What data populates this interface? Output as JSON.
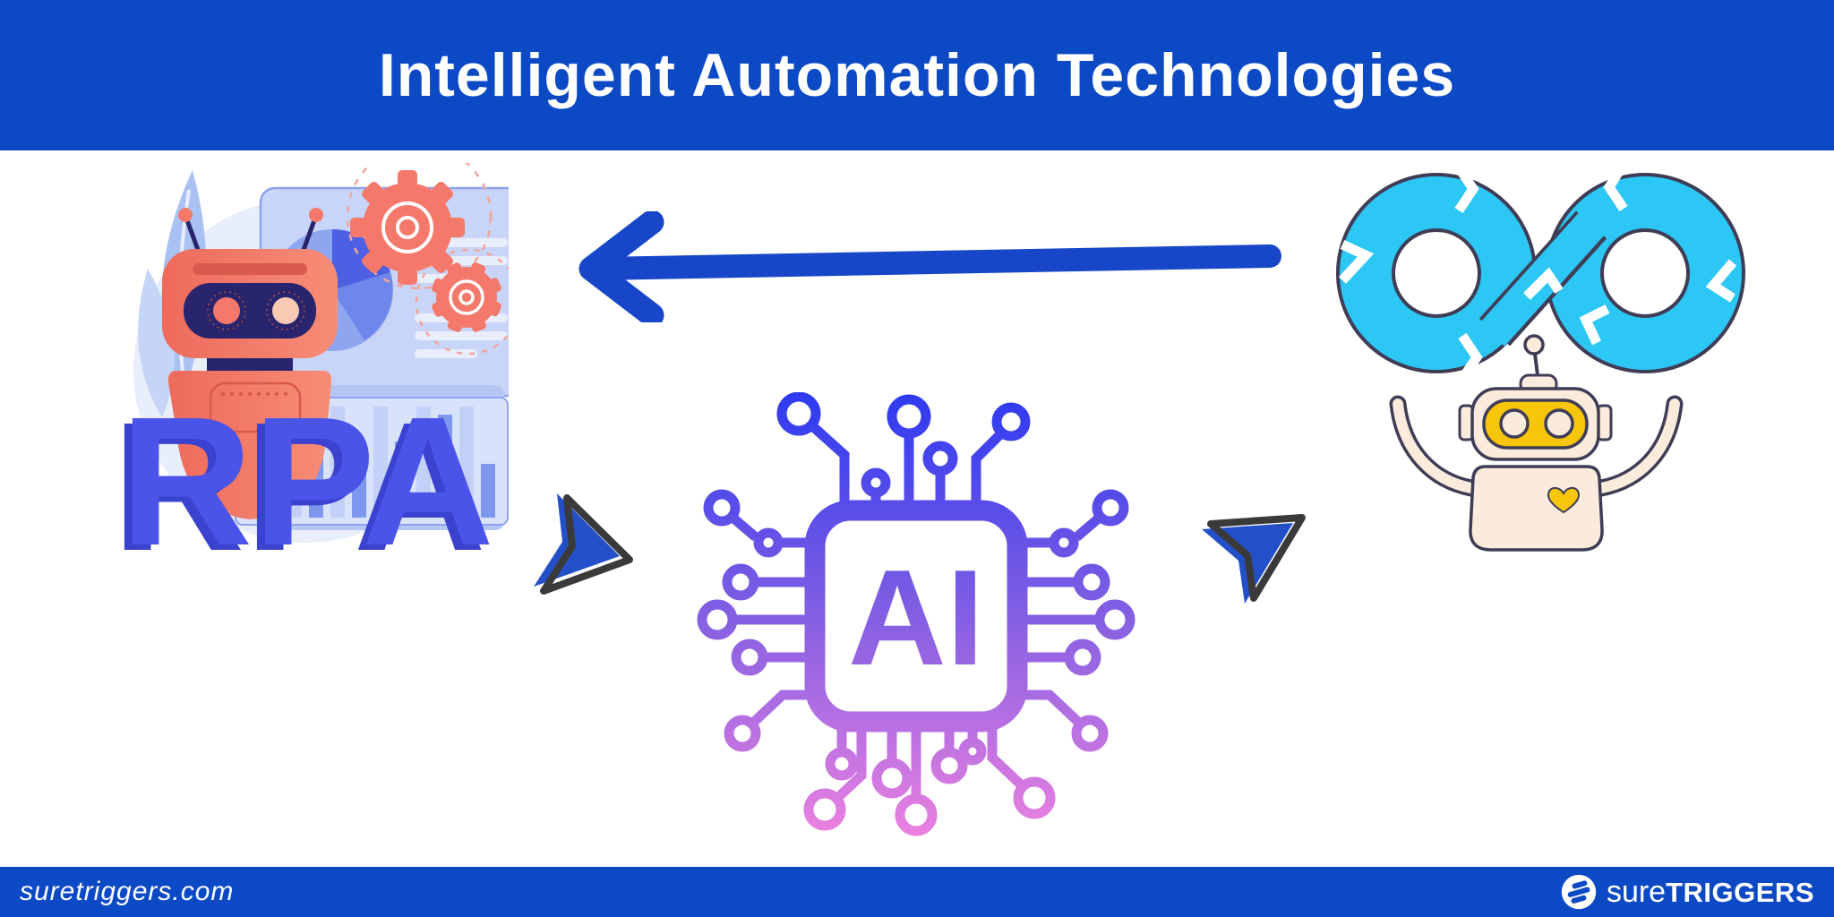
{
  "header": {
    "title": "Intelligent Automation Technologies"
  },
  "diagram": {
    "rpa_label": "RPA",
    "ai_label": "AI",
    "flow": "automation-loop to AI to RPA (left arrow), RPA to AI and AI to automation-loop (cursor arrows)"
  },
  "footer": {
    "website": "suretriggers.com",
    "brand_prefix": "sure",
    "brand_suffix": "TRIGGERS"
  },
  "colors": {
    "brand_blue": "#0c49c5",
    "arrow_blue": "#1747c8",
    "cursor_blue": "#2350c8",
    "rpa_letter_blue": "#4a54e8",
    "rpa_letter_shadow": "#3b42cf",
    "coral": "#f4796b",
    "navy_visor": "#28246d",
    "panel_periwinkle": "#c9d5f8",
    "bar_blue": "#7d97ec",
    "leaf_blue": "#a9c2f3",
    "bg_circle": "#e9eefb",
    "cyan_loop": "#2cc7f5",
    "outline_navy": "#3f3d56",
    "robot_cream": "#faebdc",
    "robot_yellow": "#f7c60a",
    "ai_gradient_top": "#2e3af0",
    "ai_gradient_mid": "#7a5ce3",
    "ai_gradient_bottom": "#ef82e0"
  }
}
